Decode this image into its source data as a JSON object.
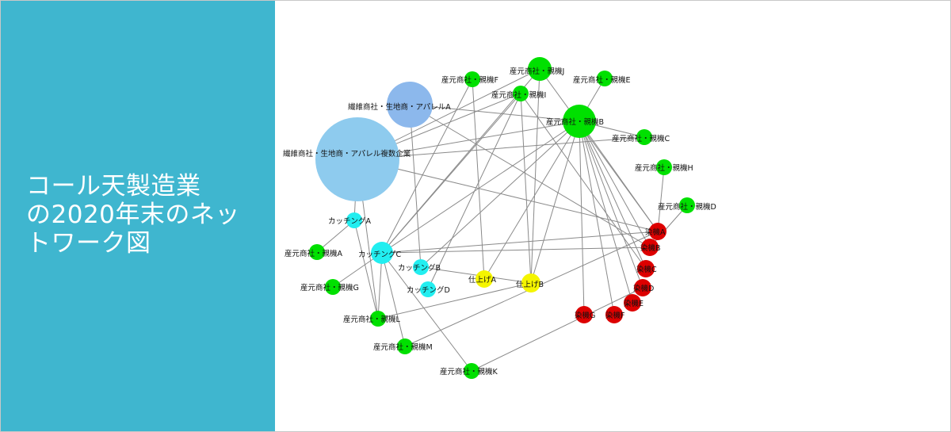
{
  "title": {
    "lines": [
      "コール天製造業",
      "の2020年末のネッ",
      "トワーク図"
    ]
  },
  "colors": {
    "panel": "#3fb6cf",
    "edge": "#8a8a8a",
    "apparel_big": "#8ecbee",
    "apparel": "#8cb8ec",
    "weaver": "#00e000",
    "cutting": "#22eef0",
    "finishing": "#f5f500",
    "dyeing": "#dd0000"
  },
  "nodes": [
    {
      "id": "apparelMulti",
      "label": "繊維商社・生地商・アパレル複数企業",
      "group": "apparel_big"
    },
    {
      "id": "apparelA",
      "label": "繊維商社・生地商・アパレルA",
      "group": "apparel"
    },
    {
      "id": "weaverF",
      "label": "産元商社・親機F",
      "group": "weaver"
    },
    {
      "id": "weaverJ",
      "label": "産元商社・親機J",
      "group": "weaver"
    },
    {
      "id": "weaverE",
      "label": "産元商社・親機E",
      "group": "weaver"
    },
    {
      "id": "weaverI",
      "label": "産元商社・親機I",
      "group": "weaver"
    },
    {
      "id": "weaverB",
      "label": "産元商社・親機B",
      "group": "weaver"
    },
    {
      "id": "weaverC",
      "label": "産元商社・親機C",
      "group": "weaver"
    },
    {
      "id": "weaverH",
      "label": "産元商社・親機H",
      "group": "weaver"
    },
    {
      "id": "weaverD",
      "label": "産元商社・親機D",
      "group": "weaver"
    },
    {
      "id": "weaverA",
      "label": "産元商社・親機A",
      "group": "weaver"
    },
    {
      "id": "weaverG",
      "label": "産元商社・親機G",
      "group": "weaver"
    },
    {
      "id": "weaverL",
      "label": "産元商社・親機L",
      "group": "weaver"
    },
    {
      "id": "weaverM",
      "label": "産元商社・親機M",
      "group": "weaver"
    },
    {
      "id": "weaverK",
      "label": "産元商社・親機K",
      "group": "weaver"
    },
    {
      "id": "cutA",
      "label": "カッチングA",
      "group": "cutting"
    },
    {
      "id": "cutC",
      "label": "カッチングC",
      "group": "cutting"
    },
    {
      "id": "cutB",
      "label": "カッチングB",
      "group": "cutting"
    },
    {
      "id": "cutD",
      "label": "カッチングD",
      "group": "cutting"
    },
    {
      "id": "finA",
      "label": "仕上げA",
      "group": "finishing"
    },
    {
      "id": "finB",
      "label": "仕上げB",
      "group": "finishing"
    },
    {
      "id": "dyeA",
      "label": "染機A",
      "group": "dyeing"
    },
    {
      "id": "dyeB",
      "label": "染機B",
      "group": "dyeing"
    },
    {
      "id": "dyeC",
      "label": "染機C",
      "group": "dyeing"
    },
    {
      "id": "dyeD",
      "label": "染機D",
      "group": "dyeing"
    },
    {
      "id": "dyeE",
      "label": "染機E",
      "group": "dyeing"
    },
    {
      "id": "dyeF",
      "label": "染機F",
      "group": "dyeing"
    },
    {
      "id": "dyeG",
      "label": "染機G",
      "group": "dyeing"
    }
  ],
  "edges": [
    [
      "apparelMulti",
      "weaverB"
    ],
    [
      "apparelMulti",
      "weaverI"
    ],
    [
      "apparelMulti",
      "weaverJ"
    ],
    [
      "apparelMulti",
      "cutA"
    ],
    [
      "apparelMulti",
      "weaverL"
    ],
    [
      "apparelMulti",
      "dyeA"
    ],
    [
      "apparelMulti",
      "weaverC"
    ],
    [
      "apparelA",
      "weaverB"
    ],
    [
      "apparelA",
      "dyeB"
    ],
    [
      "apparelA",
      "cutB"
    ],
    [
      "weaverF",
      "cutC"
    ],
    [
      "weaverF",
      "finA"
    ],
    [
      "weaverJ",
      "cutC"
    ],
    [
      "weaverJ",
      "dyeA"
    ],
    [
      "weaverJ",
      "finB"
    ],
    [
      "weaverE",
      "weaverB"
    ],
    [
      "weaverI",
      "cutC"
    ],
    [
      "weaverI",
      "finB"
    ],
    [
      "weaverI",
      "cutD"
    ],
    [
      "weaverI",
      "dyeC"
    ],
    [
      "weaverB",
      "cutC"
    ],
    [
      "weaverB",
      "cutB"
    ],
    [
      "weaverB",
      "finA"
    ],
    [
      "weaverB",
      "finB"
    ],
    [
      "weaverB",
      "dyeA"
    ],
    [
      "weaverB",
      "dyeB"
    ],
    [
      "weaverB",
      "dyeC"
    ],
    [
      "weaverB",
      "dyeD"
    ],
    [
      "weaverB",
      "dyeE"
    ],
    [
      "weaverB",
      "dyeF"
    ],
    [
      "weaverB",
      "dyeG"
    ],
    [
      "weaverB",
      "weaverC"
    ],
    [
      "weaverH",
      "dyeA"
    ],
    [
      "weaverD",
      "dyeB"
    ],
    [
      "cutA",
      "weaverA"
    ],
    [
      "cutA",
      "weaverL"
    ],
    [
      "cutC",
      "weaverG"
    ],
    [
      "cutC",
      "weaverL"
    ],
    [
      "cutC",
      "weaverM"
    ],
    [
      "cutC",
      "weaverK"
    ],
    [
      "cutC",
      "dyeA"
    ],
    [
      "cutC",
      "dyeB"
    ],
    [
      "cutB",
      "finB"
    ],
    [
      "weaverL",
      "finB"
    ],
    [
      "weaverM",
      "dyeA"
    ],
    [
      "weaverK",
      "dyeD"
    ]
  ]
}
